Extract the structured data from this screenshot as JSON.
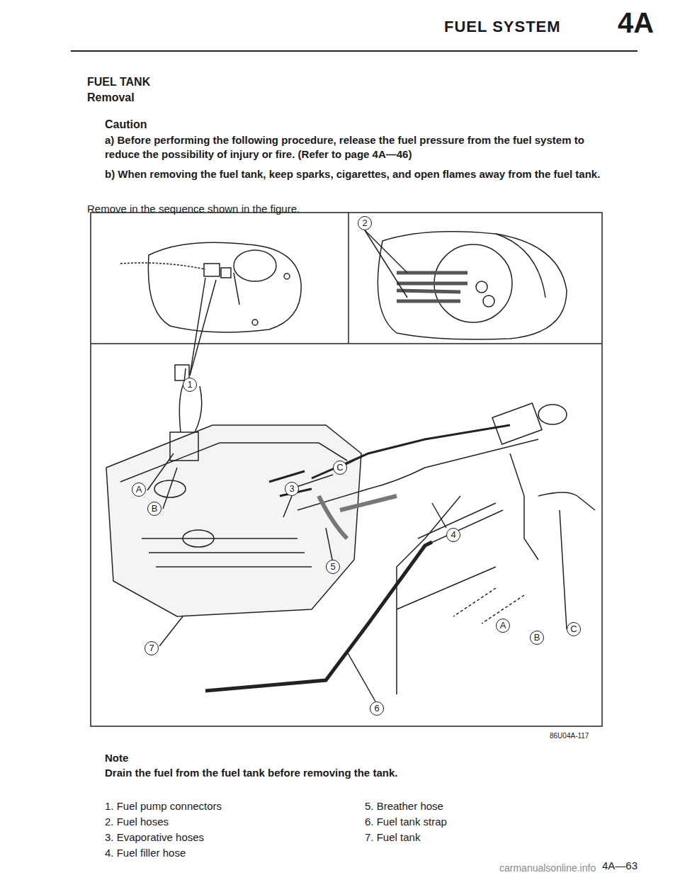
{
  "diagram": {
    "title": "FUEL TANK",
    "labels": [
      "FUEL SYSTEM",
      "4A",
      "Removal",
      "Caution",
      "a) Before performing the following procedure, release the fuel pressure from the fuel system to reduce the possibility of injury or fire. (Refer to page 4A—46)",
      "b) When removing the fuel tank, keep sparks, cigarettes, and open flames away from the fuel tank.",
      "Remove in the sequence shown in the figure.",
      "1",
      "2",
      "A",
      "B",
      "3",
      "C",
      "4",
      "5",
      "7",
      "6",
      "A",
      "B",
      "C",
      "86U04A-117",
      "Note",
      "Drain the fuel from the fuel tank before removing the tank.",
      "1. Fuel pump connectors",
      "2. Fuel hoses",
      "3. Evaporative hoses",
      "4. Fuel filler hose",
      "5. Breather hose",
      "6. Fuel tank strap",
      "7. Fuel tank",
      "4A—63",
      "carmanualsonline.info"
    ]
  }
}
